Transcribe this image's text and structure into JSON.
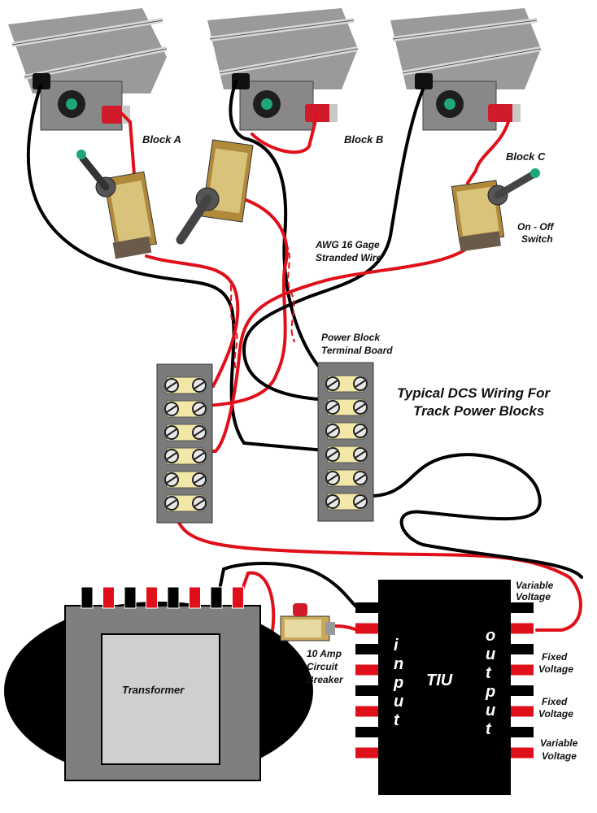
{
  "title_line1": "Typical DCS Wiring For",
  "title_line2": "Track Power Blocks",
  "blocks": [
    "Block A",
    "Block B",
    "Block C"
  ],
  "switch_label": [
    "On - Off",
    "Switch"
  ],
  "wire_label": [
    "AWG 16 Gage",
    "Stranded Wire"
  ],
  "terminal_label": [
    "Power Block",
    "Terminal Board"
  ],
  "transformer_label": "Transformer",
  "breaker_label": [
    "10 Amp",
    "Circuit",
    "Breaker"
  ],
  "tiu": {
    "name": "TIU",
    "input_letters": [
      "i",
      "n",
      "p",
      "u",
      "t"
    ],
    "output_letters": [
      "o",
      "u",
      "t",
      "p",
      "u",
      "t"
    ],
    "outputs": [
      [
        "Variable",
        "Voltage"
      ],
      [
        "Fixed",
        "Voltage"
      ],
      [
        "Fixed",
        "Voltage"
      ],
      [
        "Variable",
        "Voltage"
      ]
    ]
  },
  "colors": {
    "wire_red": "#e0101a",
    "wire_black": "#000000",
    "terminal_board": "#7a7a7a",
    "terminal_screw": "#f3e7a8",
    "tiu_body": "#000000",
    "transformer_body": "#7f7f7f"
  }
}
